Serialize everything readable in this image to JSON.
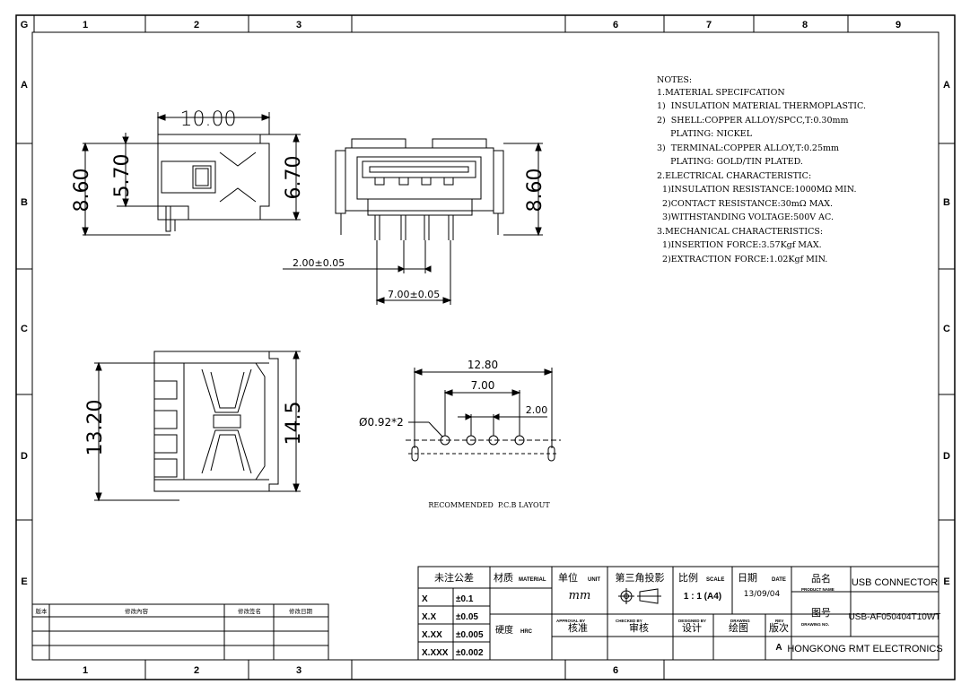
{
  "frame": {
    "top_cols": [
      "G",
      "1",
      "2",
      "3",
      "6",
      "7",
      "8",
      "9"
    ],
    "bottom_cols": [
      "1",
      "2",
      "3",
      "6"
    ],
    "rows": [
      "A",
      "B",
      "C",
      "D",
      "E"
    ]
  },
  "notes": {
    "lines": [
      "NOTES:",
      "1.MATERIAL SPECIFCATION",
      "1)  INSULATION MATERIAL THERMOPLASTIC.",
      "2)  SHELL:COPPER ALLOY/SPCC,T:0.30mm",
      "     PLATING: NICKEL",
      "3)  TERMINAL:COPPER ALLOY,T:0.25mm",
      "     PLATING: GOLD/TIN PLATED.",
      "2.ELECTRICAL CHARACTERISTIC:",
      "  1)INSULATION RESISTANCE:1000MΩ MIN.",
      "  2)CONTACT RESISTANCE:30mΩ MAX.",
      "  3)WITHSTANDING VOLTAGE:500V AC.",
      "3.MECHANICAL CHARACTERISTICS:",
      "  1)INSERTION FORCE:3.57Kgf MAX.",
      "  2)EXTRACTION FORCE:1.02Kgf MIN."
    ]
  },
  "dims": {
    "side_width": "10.00",
    "side_h1": "8.60",
    "side_h2": "5.70",
    "side_h3": "6.70",
    "front_h": "8.60",
    "pitch": "2.00±0.05",
    "span": "7.00±0.05",
    "bottom_h1": "13.20",
    "bottom_h2": "14.5",
    "pcb_total": "12.80",
    "pcb_span": "7.00",
    "pcb_pitch": "2.00",
    "pcb_hole": "Ø0.92*2",
    "pcb_caption": "RECOMMENDED  P.C.B LAYOUT"
  },
  "revision_table": {
    "headers": [
      "版本",
      "修改內容",
      "修改签名",
      "修改日期"
    ]
  },
  "title_block": {
    "tolerance_title": "未注公差",
    "tolerances": [
      [
        "X",
        "±0.1"
      ],
      [
        "X.X",
        "±0.05"
      ],
      [
        "X.XX",
        "±0.005"
      ],
      [
        "X.XXX",
        "±0.002"
      ]
    ],
    "material_cn": "材质",
    "material_en": "MATERIAL",
    "hardness_cn": "硬度",
    "hardness_en": "HRC",
    "unit_cn": "单位",
    "unit_en": "UNIT",
    "unit_value": "mm",
    "projection_cn": "第三角投影",
    "scale_cn": "比例",
    "scale_en": "SCALE",
    "scale_value": "1 : 1 (A4)",
    "date_cn": "日期",
    "date_en": "DATE",
    "date_value": "13/09/04",
    "product_cn": "品名",
    "product_en": "PRODUCT NAME",
    "product_value": "USB CONNECTOR",
    "drawing_cn": "图号",
    "drawing_en": "DRAWING NO.",
    "drawing_value": "USB-AF050404T10WT",
    "approval_en": "APPROVAL BY",
    "approval_cn": "核准",
    "checked_en": "CHECKED BY",
    "checked_cn": "审核",
    "designed_en": "DESIGNED BY",
    "designed_cn": "设计",
    "drawn_en": "DRAWING",
    "drawn_cn": "绘图",
    "rev_en": "REV",
    "rev_cn": "版次",
    "rev_value": "A",
    "company": "HONGKONG RMT ELECTRONICS"
  }
}
